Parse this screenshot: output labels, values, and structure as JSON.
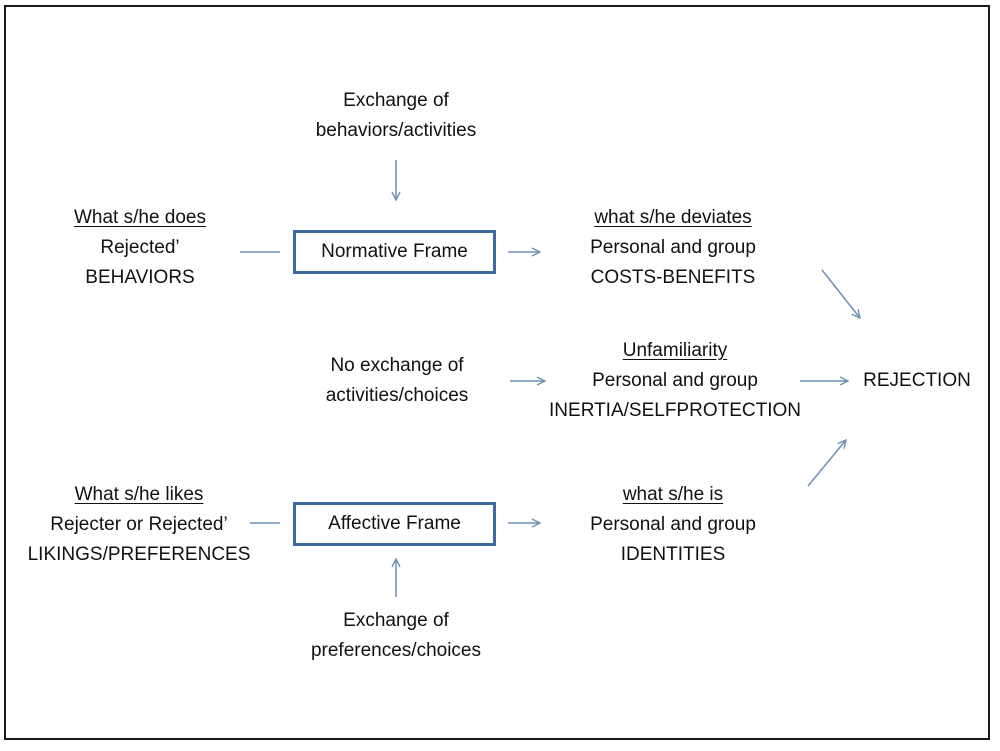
{
  "top_input": {
    "line1": "Exchange of",
    "line2": "behaviors/activities"
  },
  "left_top": {
    "heading": "What s/he does",
    "line2": "Rejected’",
    "line3": "BEHAVIORS"
  },
  "normative_frame": {
    "label": "Normative Frame"
  },
  "right_top": {
    "heading": "what s/he deviates",
    "line2": "Personal and group",
    "line3": "COSTS-BENEFITS"
  },
  "middle_left": {
    "line1": "No exchange of",
    "line2": "activities/choices"
  },
  "middle_center": {
    "heading": "Unfamiliarity",
    "line2": "Personal and group",
    "line3": "INERTIA/SELFPROTECTION"
  },
  "outcome": {
    "label": "REJECTION"
  },
  "left_bottom": {
    "heading": "What s/he likes",
    "line2": "Rejecter or Rejected’",
    "line3": "LIKINGS/PREFERENCES"
  },
  "affective_frame": {
    "label": "Affective Frame"
  },
  "right_bottom": {
    "heading": "what s/he is",
    "line2": "Personal and group",
    "line3": "IDENTITIES"
  },
  "bottom_input": {
    "line1": "Exchange of",
    "line2": "preferences/choices"
  },
  "colors": {
    "arrow": "#6f8fb5",
    "box_border": "#3d6aa0",
    "text": "#111111"
  }
}
